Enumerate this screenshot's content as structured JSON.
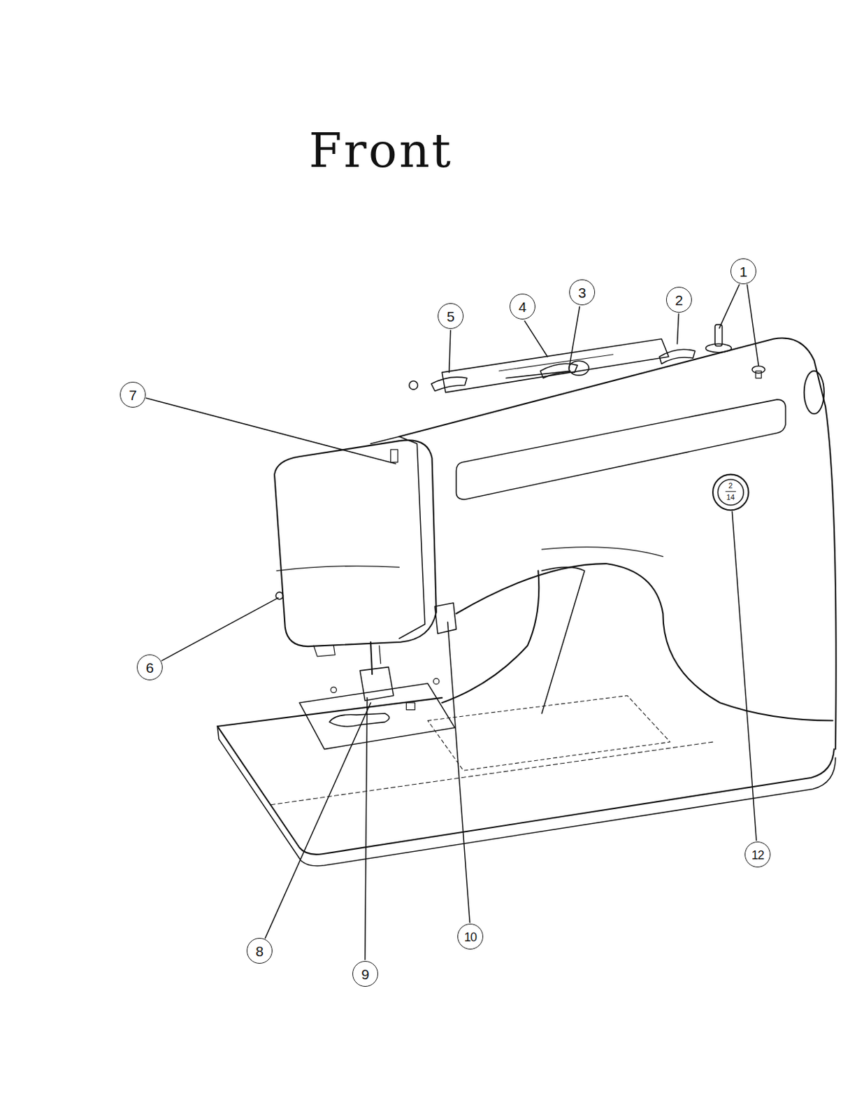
{
  "diagram": {
    "title": "Front",
    "labels": [
      "1",
      "2",
      "3",
      "4",
      "5",
      "7",
      "2",
      "14",
      "6",
      "12",
      "10",
      "8",
      "9"
    ]
  }
}
